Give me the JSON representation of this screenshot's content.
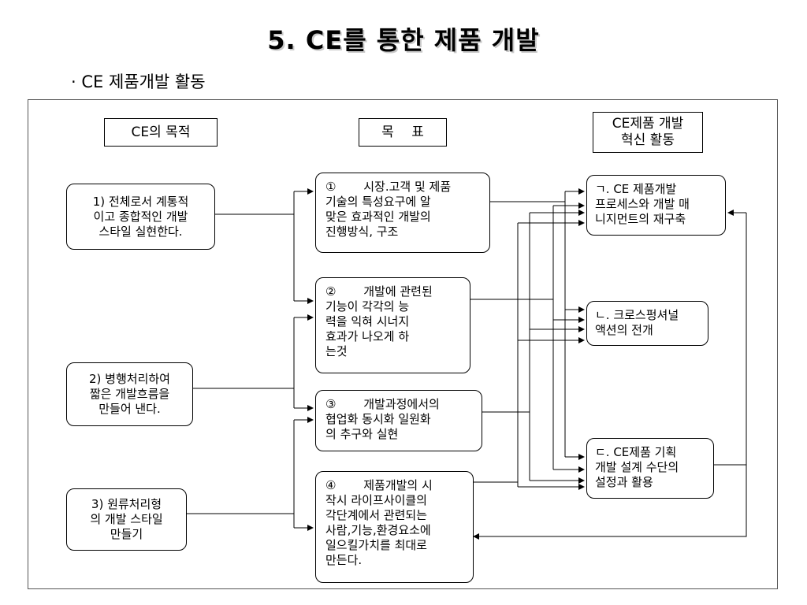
{
  "title": "5. CE를 통한 제품 개발",
  "subtitle": "· CE 제품개발 활동",
  "headers": {
    "purpose": "CE의 목적",
    "goal": "목　 표",
    "innovation": "CE제품 개발\n혁신 활동"
  },
  "purposes": [
    "1) 전체로서 계통적\n이고 종합적인 개발\n스타일 실현한다.",
    "2) 병행처리하여\n짧은 개발흐름을\n만들어 낸다.",
    "3) 원류처리형\n의 개발 스타일\n만들기"
  ],
  "goals": [
    "①　　 시장.고객 및 제품\n기술의 특성요구에 알\n맞은 효과적인 개발의\n진행방식, 구조",
    "②　　 개발에 관련된\n기능이 각각의 능\n력을 익혀 시너지\n효과가 나오게 하\n는것",
    "③　　 개발과정에서의\n협업화 동시화 일원화\n의 추구와 실현",
    "④　　 제품개발의 시\n작시 라이프사이클의\n각단계에서 관련되는\n사람,기능,환경요소에\n일으킬가치를 최대로\n만든다."
  ],
  "activities": [
    "ㄱ. CE 제품개발\n프로세스와 개발 매\n니지먼트의 재구축",
    "ㄴ. 크로스펑셔널\n액션의 전개",
    "ㄷ. CE제품 기획\n개발 설계 수단의\n설정과 활용"
  ]
}
